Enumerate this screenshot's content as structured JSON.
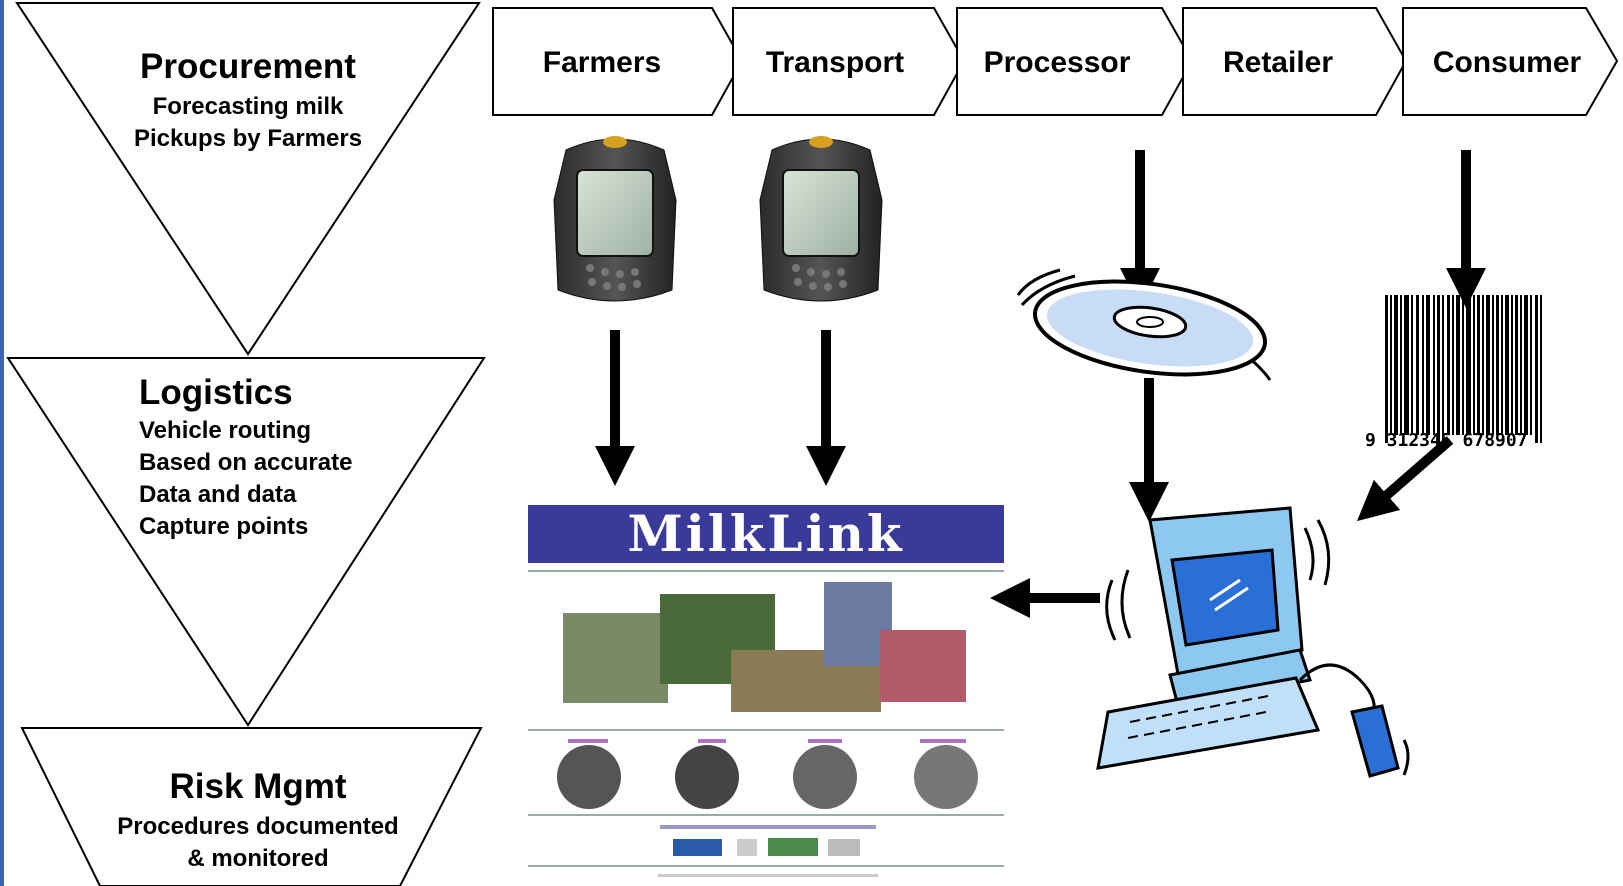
{
  "chain": {
    "stages": [
      "Farmers",
      "Transport",
      "Processor",
      "Retailer",
      "Consumer"
    ]
  },
  "funnel": {
    "procurement": {
      "title": "Procurement",
      "lines": [
        "Forecasting milk",
        "Pickups by Farmers"
      ]
    },
    "logistics": {
      "title": "Logistics",
      "lines": [
        "Vehicle routing",
        "Based on accurate",
        "Data and data",
        "Capture points"
      ]
    },
    "risk": {
      "title": "Risk Mgmt",
      "lines": [
        "Procedures documented",
        "& monitored"
      ]
    }
  },
  "barcode": {
    "number": "9 312345 678907"
  },
  "website": {
    "banner": "MilkLink"
  },
  "colors": {
    "left_bar": "#3a64b4",
    "monitor_blue": "#2a6fd6",
    "computer_light": "#8cc8f0",
    "banner_blue": "#3a3a9a"
  }
}
